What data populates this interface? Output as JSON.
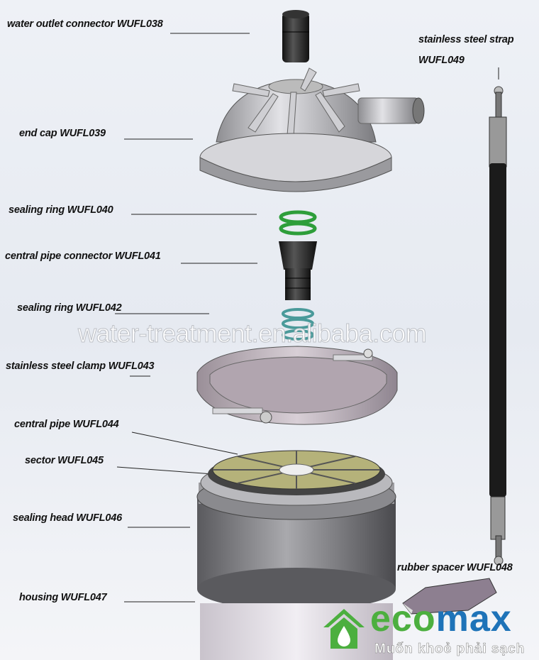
{
  "title": "Water filter housing exploded view",
  "labels": {
    "outlet": "water outlet connector WUFL038",
    "strap_name": "stainless steel strap",
    "strap_code": "WUFL049",
    "end_cap": "end cap WUFL039",
    "ring040": "sealing ring WUFL040",
    "pipe_connector": "central pipe connector WUFL041",
    "ring042": "sealing ring WUFL042",
    "clamp": "stainless steel clamp WUFL043",
    "central_pipe": "central pipe WUFL044",
    "sector": "sector WUFL045",
    "sealing_head": "sealing head WUFL046",
    "housing": "housing WUFL047",
    "spacer": "rubber spacer WUFL048"
  },
  "watermark": "water-treatment.en.alibaba.com",
  "logo": {
    "eco": "eco",
    "max": "max",
    "tagline": "Muốn khoẻ phải sạch",
    "green": "#4caf3f",
    "blue": "#1e73b8"
  }
}
